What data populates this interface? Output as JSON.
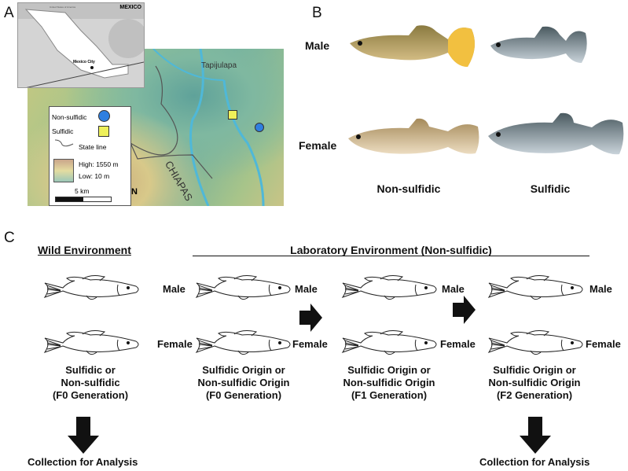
{
  "panel_a": {
    "letter": "A",
    "inset_title": "MEXICO",
    "inset_city": "Mexico City",
    "inset_usa": "United States of America",
    "town": "Tapijulapa",
    "state": "CHIAPAS",
    "partial_label": "N",
    "legend": {
      "non_sulfidic": "Non-sulfidic",
      "sulfidic": "Sulfidic",
      "state_line": "State line",
      "high": "High: 1550 m",
      "low": "Low: 10 m",
      "scale": "5 km"
    },
    "colors": {
      "non_sulfidic": "#2f7fe0",
      "sulfidic": "#eef05a"
    }
  },
  "panel_b": {
    "letter": "B",
    "row_labels": [
      "Male",
      "Female"
    ],
    "col_labels": [
      "Non-sulfidic",
      "Sulfidic"
    ]
  },
  "panel_c": {
    "letter": "C",
    "wild_title": "Wild Environment",
    "lab_title": "Laboratory Environment (Non-sulfidic)",
    "male": "Male",
    "female": "Female",
    "captions": [
      [
        "Sulfidic or",
        "Non-sulfidic",
        "(F0 Generation)"
      ],
      [
        "Sulfidic Origin or",
        "Non-sulfidic Origin",
        "(F0 Generation)"
      ],
      [
        "Sulfidic Origin or",
        "Non-sulfidic Origin",
        "(F1 Generation)"
      ],
      [
        "Sulfidic Origin or",
        "Non-sulfidic Origin",
        "(F2 Generation)"
      ]
    ],
    "collection": "Collection for Analysis"
  }
}
